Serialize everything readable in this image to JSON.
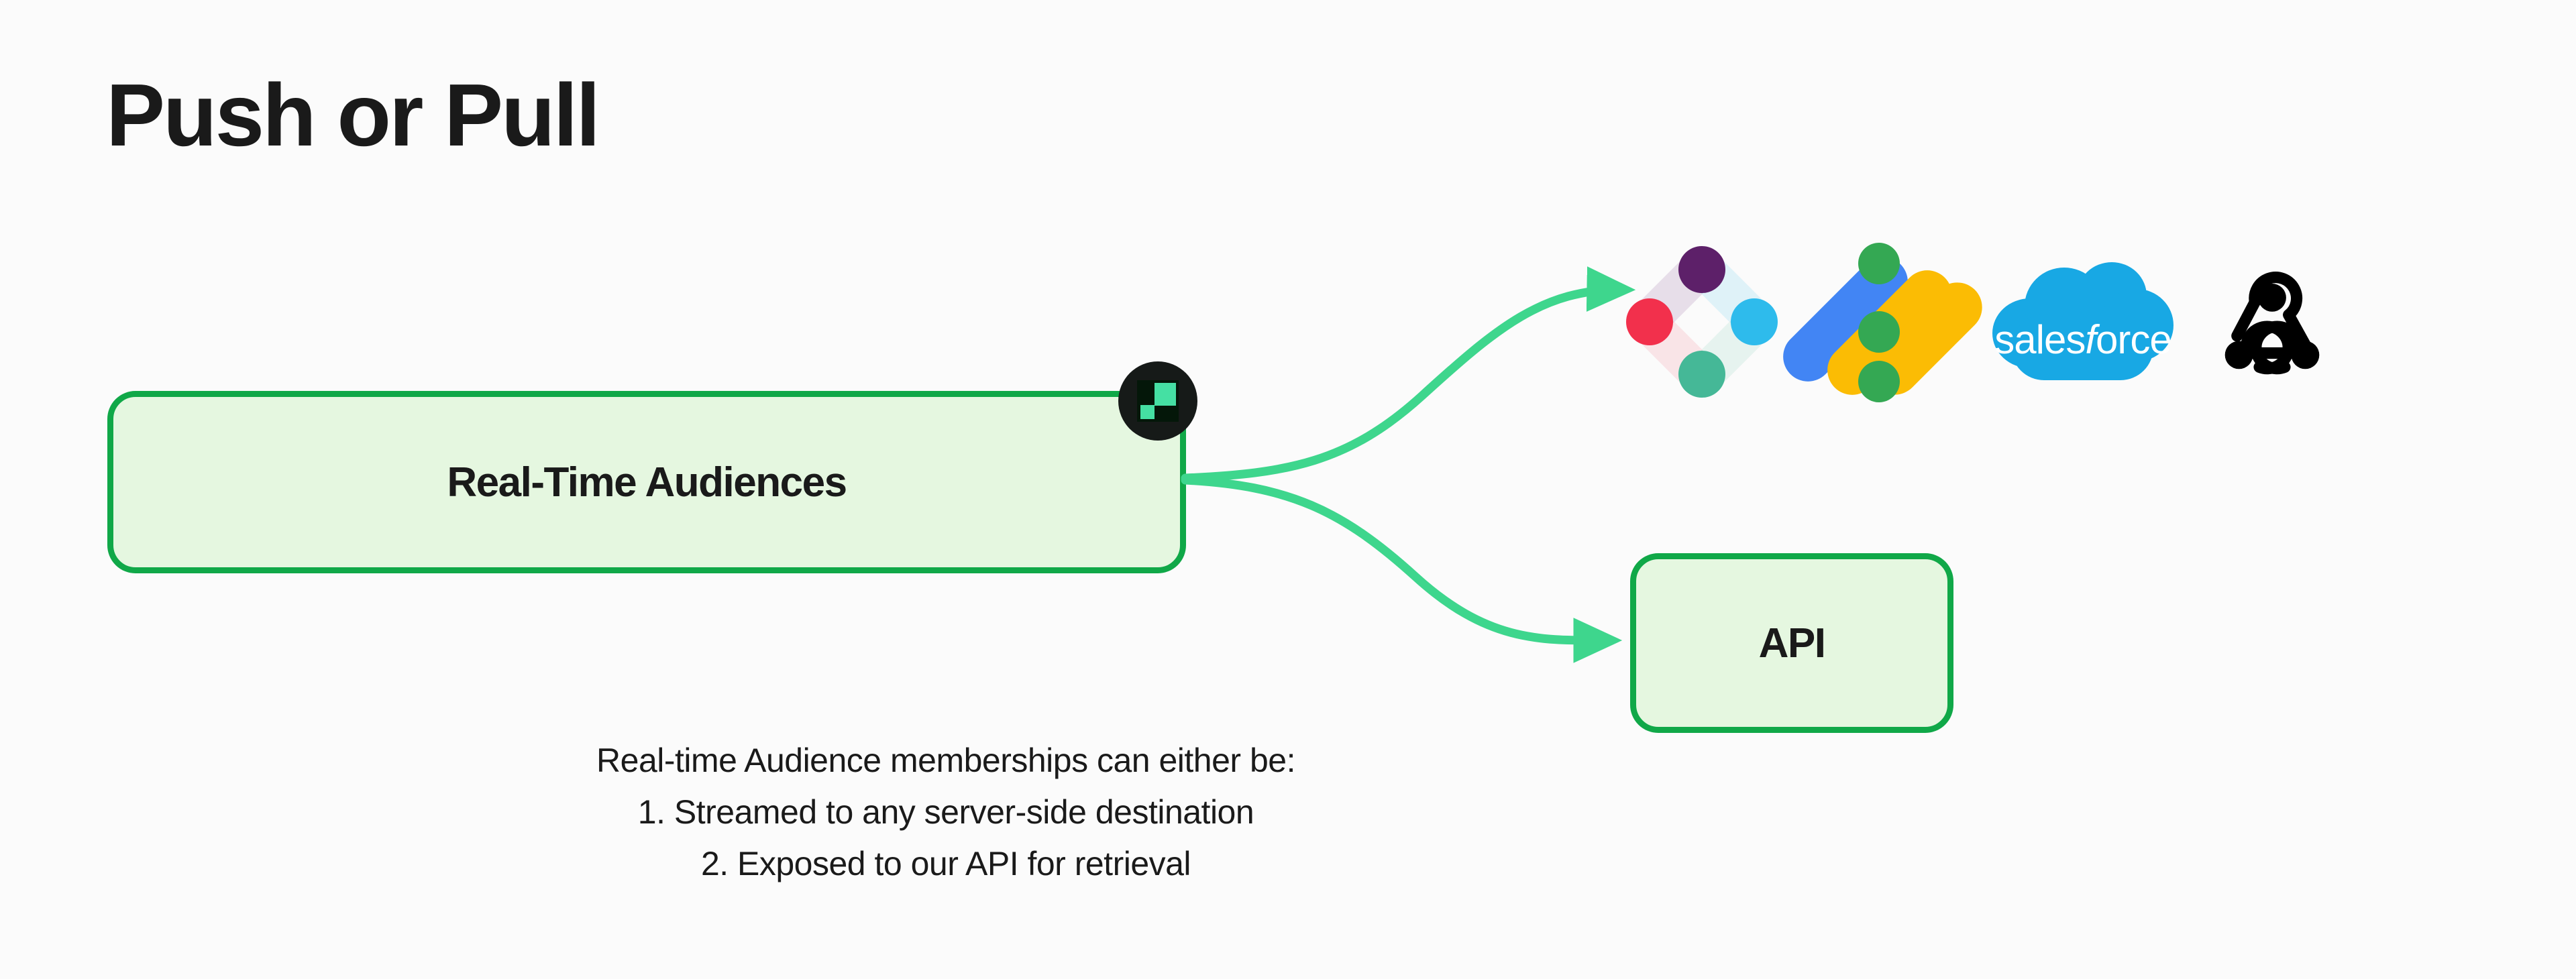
{
  "slide": {
    "title": "Push or Pull",
    "background_color": "#FBFBFB",
    "text_color": "#1A1A1A"
  },
  "diagram": {
    "source_box": {
      "label": "Real-Time Audiences",
      "fill_color": "#E5F7E0",
      "border_color": "#10A848",
      "badge": {
        "name": "segment-logo-badge",
        "circle_color": "#161A18",
        "mark_color": "#45E0A3"
      }
    },
    "api_box": {
      "label": "API",
      "fill_color": "#E5F7E0",
      "border_color": "#10A848"
    },
    "connectors": {
      "color": "#3ED68D",
      "arrows": [
        {
          "name": "arrow-to-destinations",
          "direction": "up-right"
        },
        {
          "name": "arrow-to-api",
          "direction": "down-right"
        }
      ]
    },
    "destinations": [
      {
        "name": "braze-logo",
        "label": "Braze",
        "colors": [
          "#5D2069",
          "#F2304C",
          "#2EBBEC",
          "#45B897"
        ]
      },
      {
        "name": "google-marketing-platform-logo",
        "label": "Google Marketing Platform",
        "colors": [
          "#4285F4",
          "#FBBC04",
          "#34A853"
        ]
      },
      {
        "name": "salesforce-logo",
        "label": "salesforce",
        "colors": [
          "#18A8E4"
        ]
      },
      {
        "name": "webhook-logo",
        "label": "Webhook",
        "colors": [
          "#000000"
        ]
      }
    ]
  },
  "caption": {
    "intro": "Real-time Audience memberships can either be:",
    "items": [
      "1. Streamed to any server-side destination",
      "2. Exposed to our API for retrieval"
    ]
  }
}
